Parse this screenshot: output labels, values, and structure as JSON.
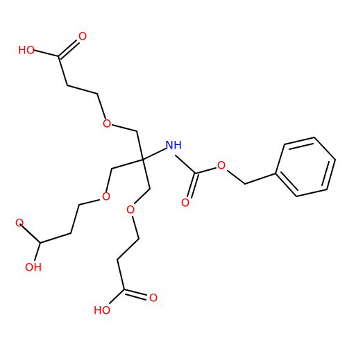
{
  "colors": {
    "bond": "#000000",
    "oxygen": "#ff0000",
    "nitrogen": "#0000ff",
    "background": "#ffffff"
  },
  "labels": {
    "oh_top": "HO",
    "o_top_carbonyl": "O",
    "o_ether_1": "O",
    "o_ether_2": "O",
    "o_ether_3": "O",
    "nh": "NH",
    "o_carbamate_ester": "O",
    "o_carbamate_carbonyl": "O",
    "o_left_carbonyl": "O",
    "oh_left": "OH",
    "oh_bottom": "HO",
    "o_bottom_carbonyl": "O"
  }
}
